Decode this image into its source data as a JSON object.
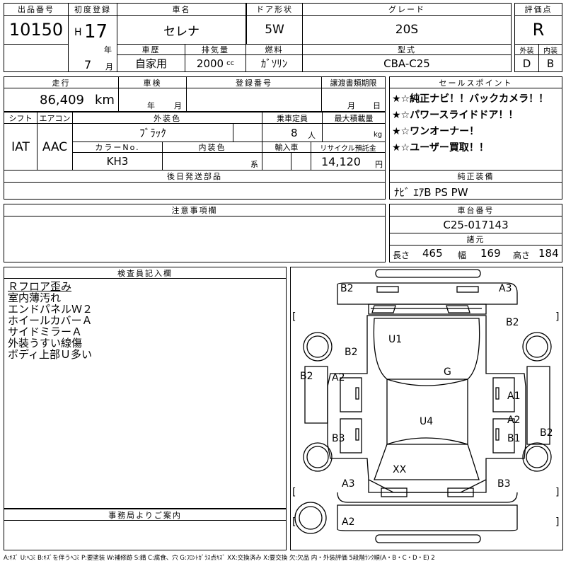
{
  "header": {
    "lot_label": "出品番号",
    "lot_number": "10150",
    "first_reg_label": "初度登録",
    "era": "H",
    "year": "17",
    "year_unit": "年",
    "month": "7",
    "month_unit": "月",
    "car_name_label": "車名",
    "car_name": "セレナ",
    "door_label": "ドア形状",
    "door": "5W",
    "grade_label": "グレード",
    "grade": "20S",
    "score_label": "評価点",
    "score": "R",
    "history_label": "車歴",
    "history": "自家用",
    "displacement_label": "排気量",
    "displacement": "2000",
    "displacement_unit": "cc",
    "fuel_label": "燃料",
    "fuel": "ｶﾞｿﾘﾝ",
    "model_label": "型式",
    "model": "CBA-C25",
    "exterior_label": "外装",
    "exterior_grade": "D",
    "interior_label": "内装",
    "interior_grade": "B"
  },
  "row2": {
    "mileage_label": "走行",
    "mileage": "86,409",
    "mileage_unit": "km",
    "inspection_label": "車検",
    "inspection_year_unit": "年",
    "inspection_month_unit": "月",
    "reg_no_label": "登録番号",
    "transfer_label": "譲渡書類期限",
    "transfer_month_unit": "月",
    "transfer_day_unit": "日",
    "shift_label": "シフト",
    "shift": "IAT",
    "ac_label": "エアコン",
    "ac": "AAC",
    "ext_color_label": "外装色",
    "ext_color": "ﾌﾞﾗｯｸ",
    "capacity_label": "乗車定員",
    "capacity": "8",
    "capacity_unit": "人",
    "max_load_label": "最大積載量",
    "max_load_unit": "kg",
    "color_no_label": "カラーNo.",
    "color_no": "KH3",
    "int_color_label": "内装色",
    "int_color_suffix": "系",
    "import_label": "輸入車",
    "recycle_label": "リサイクル預託金",
    "recycle": "14,120",
    "recycle_unit": "円",
    "later_parts_label": "後日発送部品",
    "notes_label": "注意事項欄"
  },
  "sales_points": {
    "label": "セールスポイント",
    "items": [
      "★☆純正ナビ！！バックカメラ！！",
      "★☆パワースライドドア！！",
      "★☆ワンオーナー！",
      "★☆ユーザー買取！！"
    ]
  },
  "equipment": {
    "label": "純正装備",
    "value": "ﾅﾋﾞ ｴｱB PS PW"
  },
  "chassis": {
    "label": "車台番号",
    "value": "C25-017143",
    "spec_label": "諸元",
    "length_label": "長さ",
    "length": "465",
    "width_label": "幅",
    "width": "169",
    "height_label": "高さ",
    "height": "184"
  },
  "inspector": {
    "label": "検査員記入欄",
    "lines": [
      "Ｒフロア歪み",
      "室内薄汚れ",
      "エンドパネルＷ２",
      "ホイールカバーＡ",
      "サイドミラーＡ",
      "外装うすい線傷",
      "ボディ上部Ｕ多い"
    ]
  },
  "office": {
    "label": "事務局よりご案内"
  },
  "diagram": {
    "marks": {
      "b2_front_left": "B2",
      "a3_front_right": "A3",
      "b2_right_front": "B2",
      "u1_roof": "U1",
      "b2_hood_left": "B2",
      "g_glass": "G",
      "b2_left_side": "B2",
      "a2_left_door": "A2",
      "a1_right_door": "A1",
      "u4_roof": "U4",
      "a2_right_rear_door": "A2",
      "b3_left_rear": "B3",
      "b1_right_rear": "B1",
      "b2_right_side": "B2",
      "xx_rear": "XX",
      "a3_left_rear_corner": "A3",
      "b3_right_rear_corner": "B3",
      "a2_bumper": "A2"
    },
    "brackets": [
      "[",
      "]",
      "[",
      "]",
      "[",
      "]"
    ]
  },
  "footer": {
    "legend": "A:ｷｽﾞ U:ﾍｺﾐ B:ｷｽﾞを伴うﾍｺﾐ P:要塗装 W:補修跡 S:錆 C:腐食、穴 G:ﾌﾛﾝﾄｶﾞﾗｽ点ｷｽﾞ XX:交換済み X:要交換 欠:欠品 内・外装評価 5段階ﾗﾝｸ順(A・B・C・D・E) 2"
  }
}
